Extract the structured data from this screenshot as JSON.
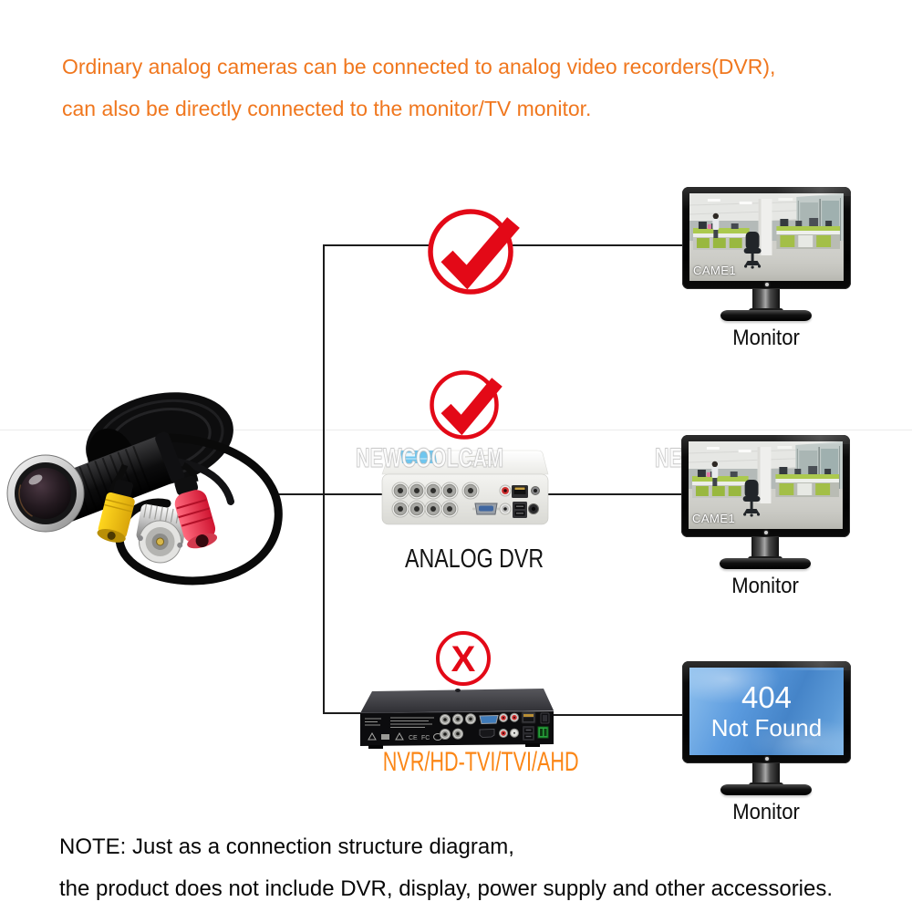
{
  "header": {
    "line1": "Ordinary analog cameras can be connected to analog video recorders(DVR),",
    "line2": "can also be directly connected to the monitor/TV monitor."
  },
  "devices": {
    "dvr_label": "ANALOG DVR",
    "nvr_label": "NVR/HD-TVI/TVI/AHD"
  },
  "monitors": [
    {
      "caption": "Monitor",
      "osd": "CAME1"
    },
    {
      "caption": "Monitor",
      "osd": "CAME1"
    },
    {
      "caption": "Monitor",
      "error_code": "404",
      "error_text": "Not Found"
    }
  ],
  "marks": {
    "check_meaning": "allowed connection",
    "cross_meaning": "not supported connection",
    "cross_glyph": "X"
  },
  "watermark": {
    "text": "NEWCOOLCAM"
  },
  "note": {
    "line1": "NOTE: Just as a connection structure diagram,",
    "line2": "the product does not include DVR, display, power supply and other accessories."
  },
  "colors": {
    "accent_orange": "#f0771e",
    "label_orange": "#fb8616",
    "mark_red": "#e30917",
    "line_dark": "#1c1c1c"
  }
}
